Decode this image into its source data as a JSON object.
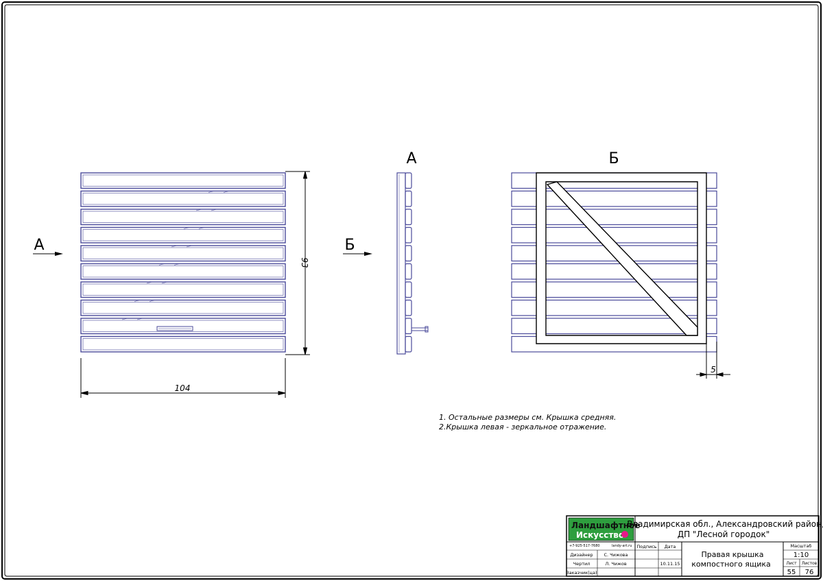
{
  "drawing": {
    "front_view": {
      "width_dimension": "104",
      "height_dimension": "93",
      "slat_count": 10
    },
    "view_a": {
      "label": "А",
      "arrow_label": "А"
    },
    "view_b": {
      "label": "Б",
      "arrow_label": "Б",
      "dimension": "5"
    },
    "notes": [
      "1. Остальные размеры см. Крышка средняя.",
      "2.Крышка левая - зеркальное отражение."
    ]
  },
  "title_block": {
    "logo": {
      "line1": "Ландшафтное",
      "line2": "Искусство"
    },
    "phone": "+7-925-517-7680",
    "site": "landy-art.ru",
    "location": "Владимирская обл., Александровский район,",
    "project": "ДП \"Лесной городок\"",
    "headers": {
      "signature": "Подпись",
      "date": "Дата",
      "scale": "Масштаб",
      "sheet": "Лист",
      "sheets": "Листов"
    },
    "rows": [
      {
        "role": "Дизайнер",
        "name": "С. Чижова",
        "date": ""
      },
      {
        "role": "Чертил",
        "name": "Л. Чижов",
        "date": "10.11.15"
      },
      {
        "role": "Заказчик(ца)",
        "name": "",
        "date": ""
      }
    ],
    "title_line1": "Правая крышка",
    "title_line2": "компостного ящика",
    "scale": "1:10",
    "sheet": "55",
    "sheets": "76"
  },
  "colors": {
    "line": "#000000",
    "part": "#4a4a9a",
    "logo_bg": "#2e9e3e",
    "logo_dot": "#e8178a"
  }
}
